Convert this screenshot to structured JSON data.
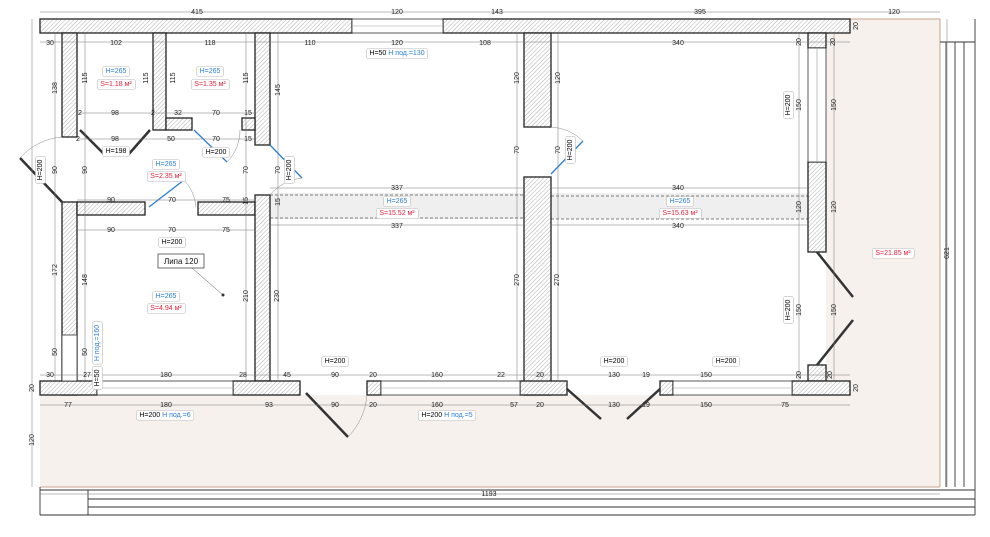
{
  "colors": {
    "terrace": "#f6f1ed",
    "terrace_border": "#c9a48c",
    "height_text": "#2a7fd4",
    "area_text": "#e0223a",
    "beam": "#efefef"
  },
  "dims": {
    "top": [
      "415",
      "120",
      "143",
      "395",
      "120"
    ],
    "row2": [
      "30",
      "102",
      "118",
      "110",
      "120",
      "108",
      "340",
      "20",
      "20",
      "20"
    ],
    "left": [
      "138",
      "90",
      "172",
      "50",
      "30",
      "27",
      "20",
      "77",
      "180",
      "93",
      "120"
    ],
    "wc": [
      "115",
      "115",
      "115",
      "115",
      "2",
      "98",
      "2",
      "32",
      "70",
      "15",
      "98",
      "50",
      "70",
      "15",
      "2"
    ],
    "mid": [
      "145",
      "70",
      "90",
      "70",
      "90",
      "70",
      "75",
      "15",
      "15",
      "90",
      "70",
      "75",
      "148",
      "210",
      "230",
      "50"
    ],
    "bottom_in": [
      "180",
      "28",
      "45",
      "90",
      "20",
      "160",
      "22",
      "20",
      "130",
      "19",
      "150",
      "20",
      "20",
      "20"
    ],
    "bottom_out": [
      "90",
      "20",
      "160",
      "57",
      "20",
      "130",
      "19",
      "150",
      "75"
    ],
    "big": [
      "337",
      "337",
      "120",
      "120",
      "70",
      "70",
      "270",
      "270"
    ],
    "right": [
      "340",
      "340",
      "150",
      "150",
      "120",
      "120",
      "150",
      "150",
      "621"
    ],
    "total": "1193"
  },
  "rooms": {
    "wc1": {
      "h": "H=265",
      "s": "S=1.18 м²"
    },
    "wc2": {
      "h": "H=265",
      "s": "S=1.35 м²"
    },
    "corridor": {
      "h": "H=265",
      "s": "S=2.35 м²"
    },
    "room4": {
      "h": "H=265",
      "s": "S=4.94 м²"
    },
    "hall": {
      "h": "H=265",
      "s": "S=15.52 м²"
    },
    "room_right": {
      "h": "H=265",
      "s": "S=15.63 м²"
    },
    "terrace": {
      "s": "S=21.85 м²"
    }
  },
  "openings": {
    "h198": "H=198",
    "h200": "H=200",
    "h50": "H=50",
    "sill130": "Н под.=130",
    "sill160": "Н под.=160",
    "sill6": "Н под.=6",
    "sill5": "Н под.=5"
  },
  "callout": "Липа 120"
}
